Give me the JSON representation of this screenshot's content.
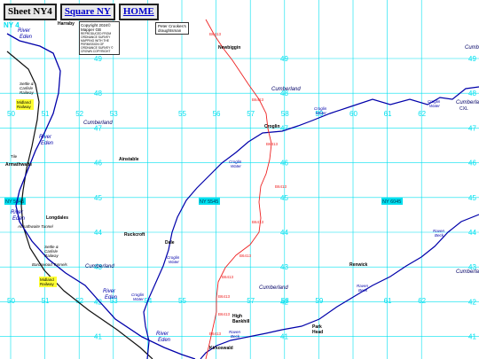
{
  "header": {
    "sheet": "Sheet NY4",
    "square_link": "Square NY",
    "home_link": "HOME"
  },
  "copyright": {
    "line1": "Copyright 2024©",
    "line2": "Mapper GB",
    "rest": "REPRODUCED FROM ORDNANCE SURVEY MAPPING WITH THE PERMISSION OF ORDNANCE SURVEY © CROWN COPYRIGHT"
  },
  "credit": {
    "line1": "Peter Crookes's",
    "line2": "draughtsman"
  },
  "corner_label": "NY 4",
  "grid": {
    "eastings": [
      {
        "label": "50",
        "rowA": true,
        "rowB": true
      },
      {
        "label": "51",
        "rowA": true,
        "rowB": true
      },
      {
        "label": "52",
        "rowA": true,
        "rowB": true
      },
      {
        "label": "53",
        "rowA": true,
        "rowB": true
      },
      {
        "label": "54",
        "rowA": false,
        "rowB": true
      },
      {
        "label": "55",
        "rowA": true,
        "rowB": true
      },
      {
        "label": "56",
        "rowA": true,
        "rowB": false
      },
      {
        "label": "57",
        "rowA": true,
        "rowB": true
      },
      {
        "label": "58",
        "rowA": true,
        "rowB": true
      },
      {
        "label": "59",
        "rowA": true,
        "rowB": true
      },
      {
        "label": "60",
        "rowA": true,
        "rowB": false
      },
      {
        "label": "61",
        "rowA": true,
        "rowB": true
      },
      {
        "label": "62",
        "rowA": true,
        "rowB": true
      }
    ],
    "northings": [
      "49",
      "48",
      "47",
      "46",
      "45",
      "44",
      "43",
      "42",
      "41"
    ],
    "square_labels": [
      "NY 5045",
      "NY 5545",
      "NY 6045"
    ]
  },
  "places": [
    {
      "name": "Harraby",
      "bold": true
    },
    {
      "name": "Newbiggin",
      "bold": true
    },
    {
      "name": "Armathwaite",
      "bold": true
    },
    {
      "name": "Ainstable",
      "bold": true
    },
    {
      "name": "Croglin",
      "bold": true
    },
    {
      "name": "Longdales",
      "bold": true
    },
    {
      "name": "Ruckcroft",
      "bold": true
    },
    {
      "name": "Dale",
      "bold": true
    },
    {
      "name": "Renwick",
      "bold": true
    },
    {
      "name": "High Bankhill",
      "bold": true
    },
    {
      "name": "Park Head",
      "bold": true
    },
    {
      "name": "Kirkoswald",
      "bold": true
    },
    {
      "name": "Cumberland",
      "bold": false
    },
    {
      "name": "Cumberland CXL",
      "bold": false
    }
  ],
  "rivers": {
    "eden_labels": [
      "River Eden",
      "River Eden",
      "River Eden",
      "River Eden",
      "River Eden"
    ],
    "croglin_water_labels": [
      "Croglin Water",
      "Croglin Water",
      "Croglin Water",
      "Croglin Water",
      "Croglin Water"
    ],
    "raven_beck_labels": [
      "Raven Beck",
      "Raven Beck",
      "Raven Beck"
    ]
  },
  "road": {
    "name": "B6413"
  },
  "railway": {
    "name": "Settle & Carlisle Railway",
    "midland_label": "Midland Railway",
    "tunnel_labels": [
      "Armathwaite Tunnel",
      "Baronwood Tunnels"
    ],
    "tile_label": "Tile"
  },
  "colors": {
    "grid": "#00e0ef",
    "river": "#0000aa",
    "road": "#ee2222",
    "railway": "#111111",
    "highlight": "#ffff33"
  }
}
